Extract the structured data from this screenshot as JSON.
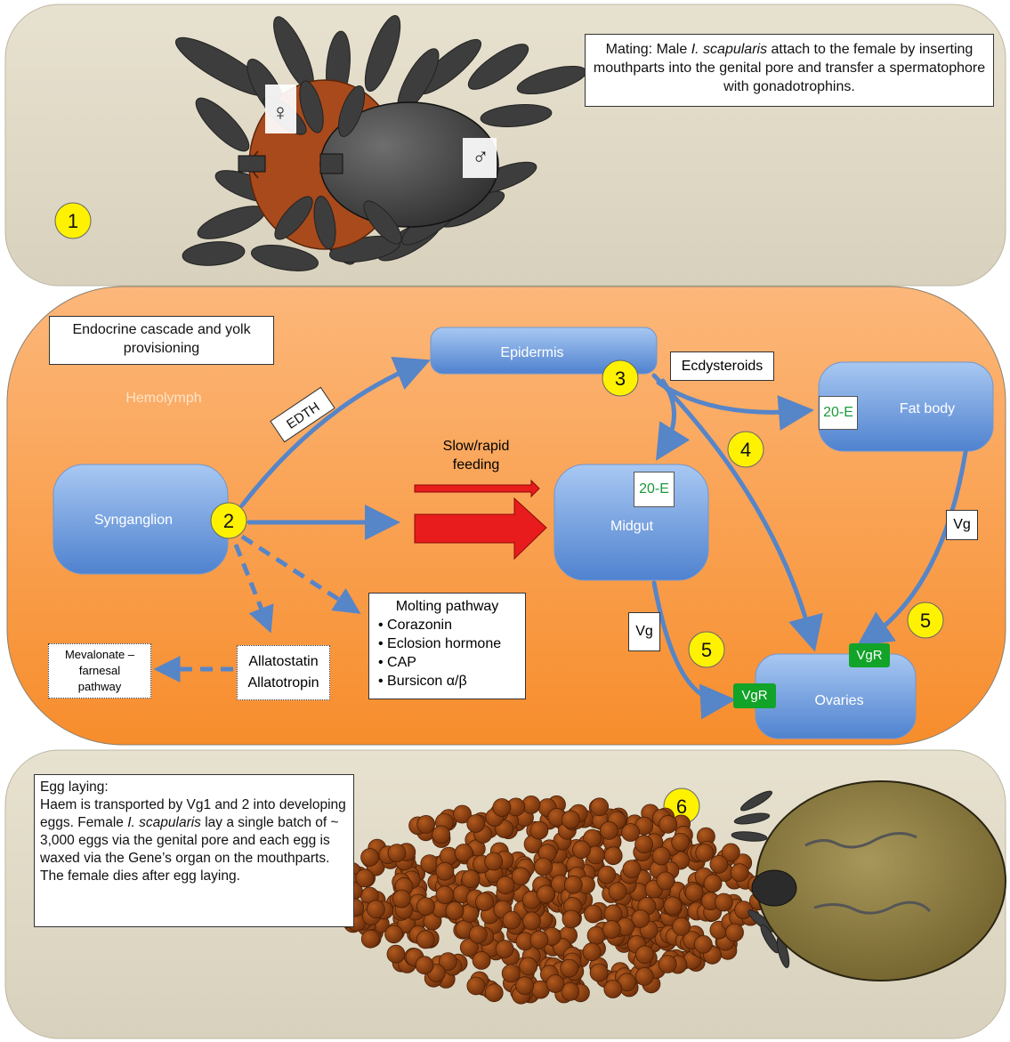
{
  "panel1": {
    "caption_prefix": "Mating: Male ",
    "caption_species": "I. scapularis",
    "caption_suffix": " attach to the female by inserting mouthparts into the genital pore and transfer a spermatophore with gonadotrophins.",
    "female_symbol": "♀",
    "male_symbol": "♂",
    "step": "1"
  },
  "panel2": {
    "title": "Endocrine cascade and yolk provisioning",
    "hemolymph": "Hemolymph",
    "nodes": {
      "synganglion": "Synganglion",
      "epidermis": "Epidermis",
      "fat_body": "Fat body",
      "midgut": "Midgut",
      "ovaries": "Ovaries"
    },
    "labels": {
      "edth": "EDTH",
      "ecdysteroids": "Ecdysteroids",
      "feeding": "Slow/rapid feeding",
      "vg_left": "Vg",
      "vg_right": "Vg",
      "e20_fat": "20-E",
      "e20_midgut": "20-E",
      "vgr_left": "VgR",
      "vgr_right": "VgR",
      "allato1": "Allatostatin",
      "allato2": "Allatotropin",
      "meva1": "Mevalonate –",
      "meva2": "farnesal",
      "meva3": "pathway"
    },
    "molting": {
      "title": "Molting pathway",
      "items": [
        "Corazonin",
        "Eclosion hormone",
        "CAP",
        "Bursicon α/β"
      ]
    },
    "steps": {
      "s2": "2",
      "s3": "3",
      "s4": "4",
      "s5a": "5",
      "s5b": "5"
    }
  },
  "panel3": {
    "caption_line1": "Egg laying:",
    "caption_a": "Haem is transported by Vg1 and 2 into developing eggs. Female ",
    "caption_species": "I. scapularis",
    "caption_b": " lay a single batch of ~ 3,000 eggs via the genital pore and each egg is waxed via the Gene’s organ on the mouthparts. The female dies after egg laying.",
    "step": "6"
  },
  "colors": {
    "panel_bg": "#dcd6c3",
    "orange_panel": "#f8a04e",
    "node_blue": "#5d8fd8",
    "arrow_blue": "#5685c8",
    "feeding_red": "#e81c1c",
    "female_body": "#a94a1c",
    "tick_leg": "#3d3d3d",
    "egg": "#8a3f12",
    "female_tick": "#8e7c3c",
    "step_yellow": "#fff200"
  }
}
